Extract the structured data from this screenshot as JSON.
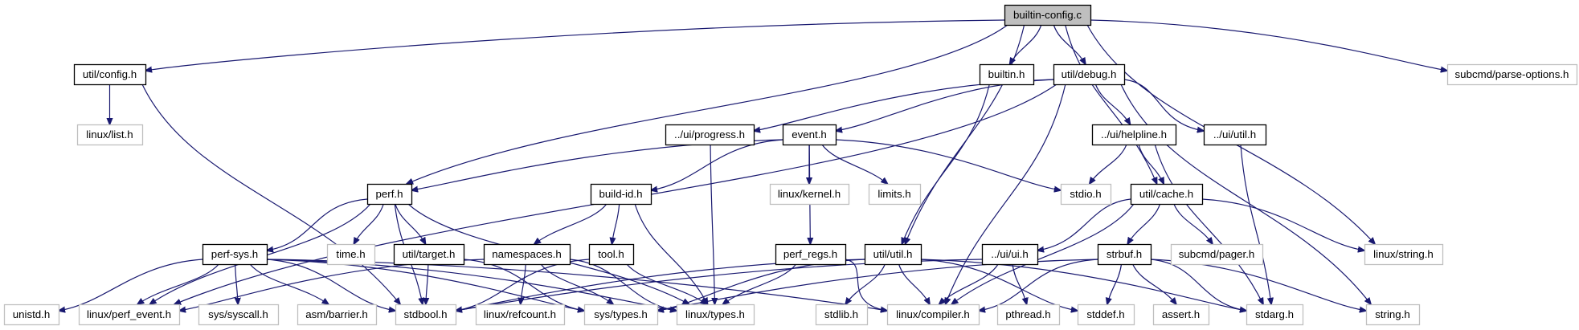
{
  "graph": {
    "title": "builtin-config.c",
    "edge_color": "#191970",
    "main_fill": "#bfbfbf",
    "external_border": "#bfbfbf",
    "nodes": [
      {
        "id": "builtin-config.c",
        "label": "builtin-config.c",
        "kind": "main"
      },
      {
        "id": "util/config.h",
        "label": "util/config.h",
        "kind": "local"
      },
      {
        "id": "builtin.h",
        "label": "builtin.h",
        "kind": "local"
      },
      {
        "id": "util/debug.h",
        "label": "util/debug.h",
        "kind": "local"
      },
      {
        "id": "subcmd/parse-options.h",
        "label": "subcmd/parse-options.h",
        "kind": "external"
      },
      {
        "id": "linux/list.h",
        "label": "linux/list.h",
        "kind": "external"
      },
      {
        "id": "../ui/progress.h",
        "label": "../ui/progress.h",
        "kind": "local"
      },
      {
        "id": "event.h",
        "label": "event.h",
        "kind": "local"
      },
      {
        "id": "../ui/helpline.h",
        "label": "../ui/helpline.h",
        "kind": "local"
      },
      {
        "id": "../ui/util.h",
        "label": "../ui/util.h",
        "kind": "local"
      },
      {
        "id": "perf.h",
        "label": "perf.h",
        "kind": "local"
      },
      {
        "id": "build-id.h",
        "label": "build-id.h",
        "kind": "local"
      },
      {
        "id": "linux/kernel.h",
        "label": "linux/kernel.h",
        "kind": "external"
      },
      {
        "id": "limits.h",
        "label": "limits.h",
        "kind": "external"
      },
      {
        "id": "stdio.h",
        "label": "stdio.h",
        "kind": "external"
      },
      {
        "id": "util/cache.h",
        "label": "util/cache.h",
        "kind": "local"
      },
      {
        "id": "perf-sys.h",
        "label": "perf-sys.h",
        "kind": "local"
      },
      {
        "id": "time.h",
        "label": "time.h",
        "kind": "external"
      },
      {
        "id": "util/target.h",
        "label": "util/target.h",
        "kind": "local"
      },
      {
        "id": "namespaces.h",
        "label": "namespaces.h",
        "kind": "local"
      },
      {
        "id": "tool.h",
        "label": "tool.h",
        "kind": "local"
      },
      {
        "id": "perf_regs.h",
        "label": "perf_regs.h",
        "kind": "local"
      },
      {
        "id": "util/util.h",
        "label": "util/util.h",
        "kind": "local"
      },
      {
        "id": "../ui/ui.h",
        "label": "../ui/ui.h",
        "kind": "local"
      },
      {
        "id": "strbuf.h",
        "label": "strbuf.h",
        "kind": "local"
      },
      {
        "id": "subcmd/pager.h",
        "label": "subcmd/pager.h",
        "kind": "external"
      },
      {
        "id": "linux/string.h",
        "label": "linux/string.h",
        "kind": "external"
      },
      {
        "id": "unistd.h",
        "label": "unistd.h",
        "kind": "external"
      },
      {
        "id": "linux/perf_event.h",
        "label": "linux/perf_event.h",
        "kind": "external"
      },
      {
        "id": "sys/syscall.h",
        "label": "sys/syscall.h",
        "kind": "external"
      },
      {
        "id": "asm/barrier.h",
        "label": "asm/barrier.h",
        "kind": "external"
      },
      {
        "id": "stdbool.h",
        "label": "stdbool.h",
        "kind": "external"
      },
      {
        "id": "linux/refcount.h",
        "label": "linux/refcount.h",
        "kind": "external"
      },
      {
        "id": "sys/types.h",
        "label": "sys/types.h",
        "kind": "external"
      },
      {
        "id": "linux/types.h",
        "label": "linux/types.h",
        "kind": "external"
      },
      {
        "id": "stdlib.h",
        "label": "stdlib.h",
        "kind": "external"
      },
      {
        "id": "linux/compiler.h",
        "label": "linux/compiler.h",
        "kind": "external"
      },
      {
        "id": "pthread.h",
        "label": "pthread.h",
        "kind": "external"
      },
      {
        "id": "stddef.h",
        "label": "stddef.h",
        "kind": "external"
      },
      {
        "id": "assert.h",
        "label": "assert.h",
        "kind": "external"
      },
      {
        "id": "stdarg.h",
        "label": "stdarg.h",
        "kind": "external"
      },
      {
        "id": "string.h",
        "label": "string.h",
        "kind": "external"
      }
    ],
    "edges": [
      [
        "builtin-config.c",
        "util/config.h"
      ],
      [
        "builtin-config.c",
        "perf.h"
      ],
      [
        "builtin-config.c",
        "util/util.h"
      ],
      [
        "builtin-config.c",
        "builtin.h"
      ],
      [
        "builtin-config.c",
        "util/debug.h"
      ],
      [
        "builtin-config.c",
        "util/cache.h"
      ],
      [
        "builtin-config.c",
        "linux/string.h"
      ],
      [
        "builtin-config.c",
        "subcmd/parse-options.h"
      ],
      [
        "util/config.h",
        "linux/list.h"
      ],
      [
        "util/config.h",
        "stdbool.h"
      ],
      [
        "builtin.h",
        "util/util.h"
      ],
      [
        "util/debug.h",
        "../ui/progress.h"
      ],
      [
        "util/debug.h",
        "event.h"
      ],
      [
        "util/debug.h",
        "../ui/helpline.h"
      ],
      [
        "util/debug.h",
        "../ui/util.h"
      ],
      [
        "util/debug.h",
        "linux/compiler.h"
      ],
      [
        "util/debug.h",
        "string.h"
      ],
      [
        "util/debug.h",
        "linux/perf_event.h"
      ],
      [
        "../ui/progress.h",
        "linux/types.h"
      ],
      [
        "event.h",
        "perf.h"
      ],
      [
        "event.h",
        "build-id.h"
      ],
      [
        "event.h",
        "linux/kernel.h"
      ],
      [
        "event.h",
        "limits.h"
      ],
      [
        "event.h",
        "stdio.h"
      ],
      [
        "event.h",
        "perf_regs.h"
      ],
      [
        "../ui/helpline.h",
        "stdio.h"
      ],
      [
        "../ui/helpline.h",
        "util/cache.h"
      ],
      [
        "../ui/helpline.h",
        "stdarg.h"
      ],
      [
        "../ui/util.h",
        "stdarg.h"
      ],
      [
        "perf.h",
        "perf-sys.h"
      ],
      [
        "perf.h",
        "time.h"
      ],
      [
        "perf.h",
        "util/target.h"
      ],
      [
        "perf.h",
        "stdbool.h"
      ],
      [
        "perf.h",
        "linux/types.h"
      ],
      [
        "perf.h",
        "linux/perf_event.h"
      ],
      [
        "build-id.h",
        "namespaces.h"
      ],
      [
        "build-id.h",
        "tool.h"
      ],
      [
        "build-id.h",
        "linux/types.h"
      ],
      [
        "util/cache.h",
        "../ui/ui.h"
      ],
      [
        "util/cache.h",
        "strbuf.h"
      ],
      [
        "util/cache.h",
        "subcmd/pager.h"
      ],
      [
        "util/cache.h",
        "linux/string.h"
      ],
      [
        "util/cache.h",
        "linux/compiler.h"
      ],
      [
        "perf-sys.h",
        "unistd.h"
      ],
      [
        "perf-sys.h",
        "linux/perf_event.h"
      ],
      [
        "perf-sys.h",
        "sys/syscall.h"
      ],
      [
        "perf-sys.h",
        "asm/barrier.h"
      ],
      [
        "perf-sys.h",
        "stdbool.h"
      ],
      [
        "perf-sys.h",
        "sys/types.h"
      ],
      [
        "perf-sys.h",
        "linux/types.h"
      ],
      [
        "perf-sys.h",
        "linux/compiler.h"
      ],
      [
        "util/target.h",
        "stdbool.h"
      ],
      [
        "util/target.h",
        "sys/types.h"
      ],
      [
        "namespaces.h",
        "linux/perf_event.h"
      ],
      [
        "namespaces.h",
        "linux/refcount.h"
      ],
      [
        "namespaces.h",
        "sys/types.h"
      ],
      [
        "namespaces.h",
        "linux/types.h"
      ],
      [
        "tool.h",
        "stdbool.h"
      ],
      [
        "tool.h",
        "linux/types.h"
      ],
      [
        "perf_regs.h",
        "linux/types.h"
      ],
      [
        "perf_regs.h",
        "linux/compiler.h"
      ],
      [
        "util/util.h",
        "stdbool.h"
      ],
      [
        "util/util.h",
        "stdlib.h"
      ],
      [
        "util/util.h",
        "linux/compiler.h"
      ],
      [
        "util/util.h",
        "stddef.h"
      ],
      [
        "util/util.h",
        "stdarg.h"
      ],
      [
        "util/util.h",
        "sys/types.h"
      ],
      [
        "../ui/ui.h",
        "stdbool.h"
      ],
      [
        "../ui/ui.h",
        "linux/compiler.h"
      ],
      [
        "../ui/ui.h",
        "pthread.h"
      ],
      [
        "strbuf.h",
        "linux/compiler.h"
      ],
      [
        "strbuf.h",
        "sys/types.h"
      ],
      [
        "strbuf.h",
        "stddef.h"
      ],
      [
        "strbuf.h",
        "assert.h"
      ],
      [
        "strbuf.h",
        "stdarg.h"
      ],
      [
        "strbuf.h",
        "string.h"
      ]
    ]
  }
}
